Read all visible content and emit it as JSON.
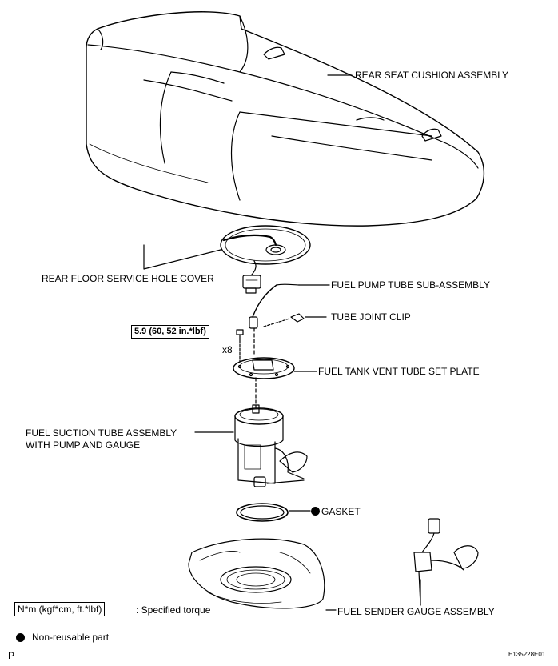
{
  "labels": {
    "rear_seat": "REAR SEAT CUSHION ASSEMBLY",
    "rear_floor_cover": "REAR FLOOR SERVICE HOLE COVER",
    "fuel_pump_tube": "FUEL PUMP TUBE SUB-ASSEMBLY",
    "tube_joint_clip": "TUBE JOINT CLIP",
    "vent_plate": "FUEL TANK VENT TUBE SET PLATE",
    "suction_line1": "FUEL SUCTION TUBE ASSEMBLY",
    "suction_line2": "WITH PUMP AND GAUGE",
    "gasket": "GASKET",
    "sender_gauge": "FUEL SENDER GAUGE ASSEMBLY"
  },
  "torque": {
    "value": "5.9 (60, 52 in.*lbf)",
    "count": "x8"
  },
  "legend": {
    "torque_box": "N*m (kgf*cm, ft.*lbf)",
    "torque_desc": ": Specified torque",
    "nonreusable": "Non-reusable part"
  },
  "corner": {
    "left": "P",
    "code": "E135228E01"
  }
}
